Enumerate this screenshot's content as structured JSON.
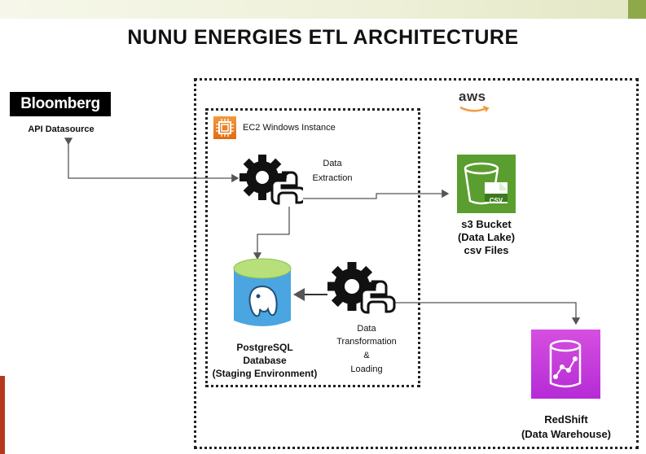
{
  "title": "NUNU ENERGIES ETL ARCHITECTURE",
  "aws_logo": "aws",
  "bloomberg": {
    "logo": "Bloomberg",
    "caption": "API Datasource"
  },
  "ec2": {
    "label": "EC2 Windows Instance"
  },
  "extraction": {
    "line1": "Data",
    "line2": "Extraction"
  },
  "s3": {
    "file_badge": "CSV",
    "line1": "s3 Bucket",
    "line2": "(Data Lake)",
    "line3": "csv Files"
  },
  "postgres": {
    "line1": "PostgreSQL",
    "line2": "Database",
    "line3": "(Staging Environment)"
  },
  "transform": {
    "line1": "Data",
    "line2": "Transformation",
    "line3": "&",
    "line4": "Loading"
  },
  "redshift": {
    "line1": "RedShift",
    "line2": "(Data Warehouse)"
  },
  "colors": {
    "ec2_orange": "#e8801f",
    "s3_green": "#5a9e2f",
    "redshift_magenta": "#c23de0",
    "postgres_blue": "#4ba5e0",
    "postgres_top": "#b7e07a"
  }
}
